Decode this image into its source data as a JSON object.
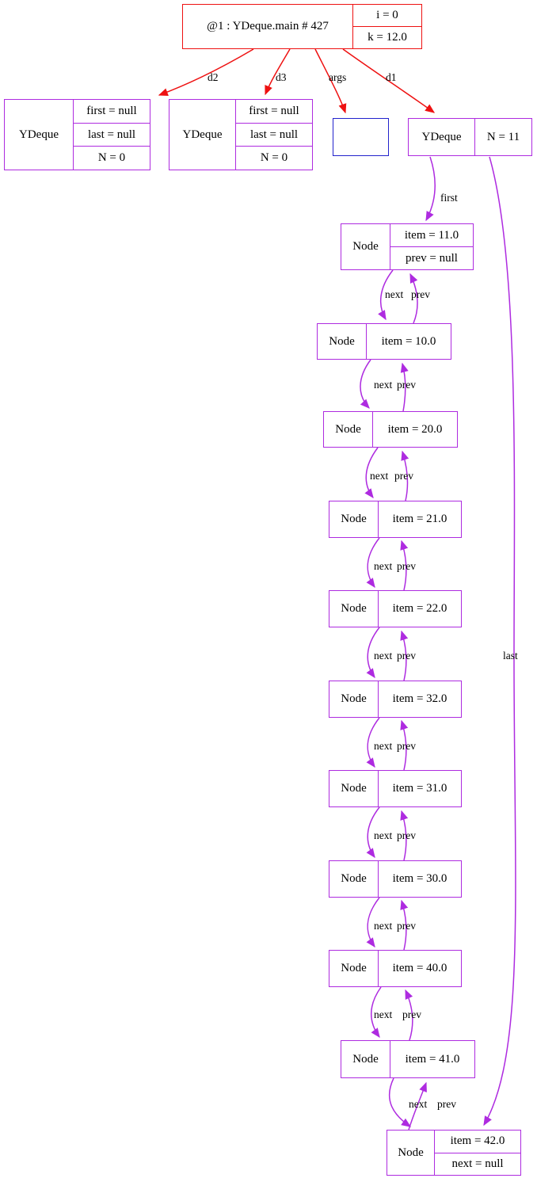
{
  "diagram": {
    "frame": {
      "title": "@1 : YDeque.main # 427",
      "fields": [
        "i = 0",
        "k = 12.0"
      ]
    },
    "deque_d2": {
      "type": "YDeque",
      "fields": [
        "first = null",
        "last = null",
        "N = 0"
      ]
    },
    "deque_d3": {
      "type": "YDeque",
      "fields": [
        "first = null",
        "last = null",
        "N = 0"
      ]
    },
    "deque_d1": {
      "type": "YDeque",
      "fields": [
        "N = 11"
      ]
    },
    "nodes": [
      {
        "type": "Node",
        "fields": [
          "item = 11.0",
          "prev = null"
        ]
      },
      {
        "type": "Node",
        "fields": [
          "item = 10.0"
        ]
      },
      {
        "type": "Node",
        "fields": [
          "item = 20.0"
        ]
      },
      {
        "type": "Node",
        "fields": [
          "item = 21.0"
        ]
      },
      {
        "type": "Node",
        "fields": [
          "item = 22.0"
        ]
      },
      {
        "type": "Node",
        "fields": [
          "item = 32.0"
        ]
      },
      {
        "type": "Node",
        "fields": [
          "item = 31.0"
        ]
      },
      {
        "type": "Node",
        "fields": [
          "item = 30.0"
        ]
      },
      {
        "type": "Node",
        "fields": [
          "item = 40.0"
        ]
      },
      {
        "type": "Node",
        "fields": [
          "item = 41.0"
        ]
      },
      {
        "type": "Node",
        "fields": [
          "item = 42.0",
          "next = null"
        ]
      }
    ],
    "edge_labels": {
      "d2": "d2",
      "d3": "d3",
      "args": "args",
      "d1": "d1",
      "first": "first",
      "last": "last",
      "next": "next",
      "prev": "prev"
    },
    "colors": {
      "frame_red": "#ee1111",
      "purple": "#ae2be0",
      "args_blue": "#2222cc"
    }
  }
}
